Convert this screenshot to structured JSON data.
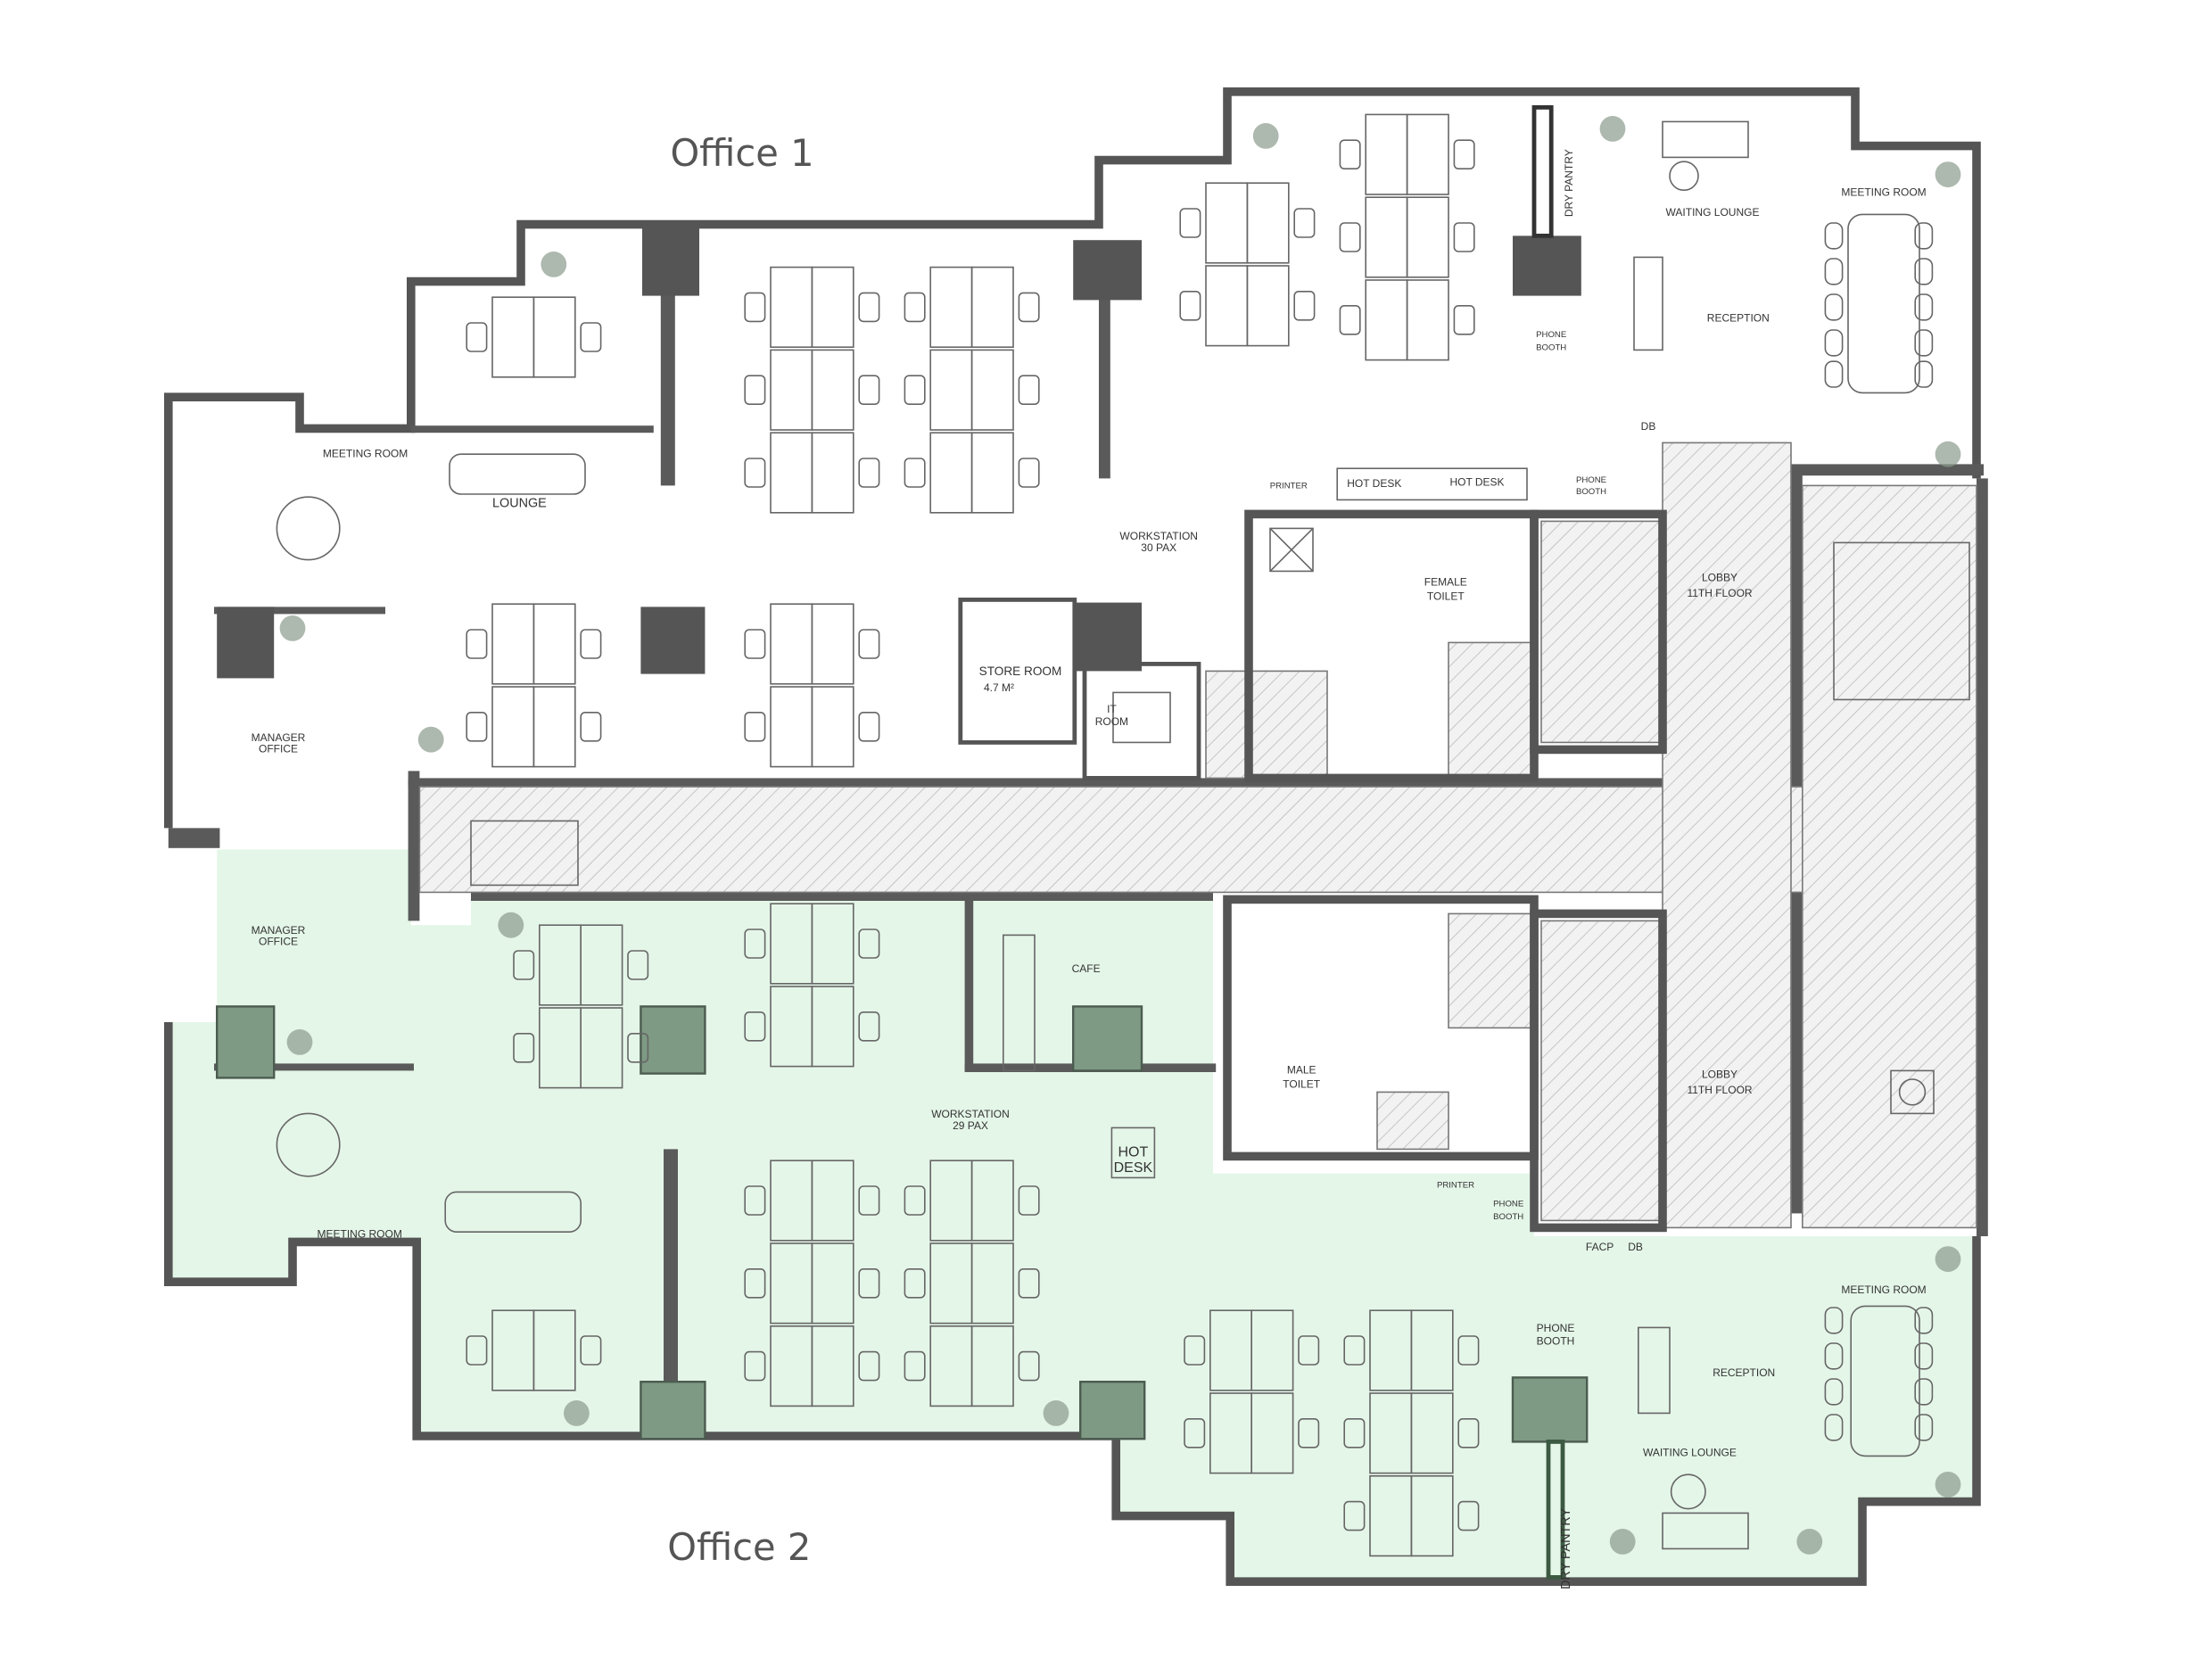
{
  "offices": {
    "office1": {
      "title": "Office 1",
      "labels": {
        "meeting_room_left": "MEETING ROOM",
        "lounge": "LOUNGE",
        "manager_office": [
          "MANAGER",
          "OFFICE"
        ],
        "workstation": [
          "WORKSTATION",
          "30 PAX"
        ],
        "store_room": [
          "STORE ROOM",
          "4.7 M²"
        ],
        "it_room": [
          "IT",
          "ROOM"
        ],
        "dry_pantry": "DRY PANTRY",
        "waiting_lounge": "WAITING LOUNGE",
        "meeting_room_right": "MEETING ROOM",
        "reception": "RECEPTION",
        "phone_booth_1": [
          "PHONE",
          "BOOTH"
        ],
        "hot_desk_1": "HOT DESK",
        "hot_desk_2": "HOT DESK",
        "printer": "PRINTER",
        "phone_booth_2": [
          "PHONE",
          "BOOTH"
        ],
        "db": "DB"
      }
    },
    "office2": {
      "title": "Office 2",
      "labels": {
        "manager_office": [
          "MANAGER",
          "OFFICE"
        ],
        "cafe": "CAFE",
        "workstation": [
          "WORKSTATION",
          "29 PAX"
        ],
        "hot_desk": [
          "HOT",
          "DESK"
        ],
        "meeting_room_left": "MEETING ROOM",
        "printer": "PRINTER",
        "phone_booth_1": [
          "PHONE",
          "BOOTH"
        ],
        "facp": "FACP",
        "db": "DB",
        "meeting_room_right": "MEETING ROOM",
        "reception": "RECEPTION",
        "phone_booth_2": [
          "PHONE",
          "BOOTH"
        ],
        "waiting_lounge": "WAITING LOUNGE",
        "dry_pantry": "DRY PANTRY"
      }
    }
  },
  "core": {
    "female_toilet": [
      "FEMALE",
      "TOILET"
    ],
    "male_toilet": [
      "MALE",
      "TOILET"
    ],
    "lobby_upper": [
      "LOBBY",
      "11TH FLOOR"
    ],
    "lobby_lower": [
      "LOBBY",
      "11TH FLOOR"
    ]
  },
  "colors": {
    "office2_highlight": "#e4f6e8",
    "wall": "#5a5a5a",
    "column_office2": "#7e9a84"
  }
}
